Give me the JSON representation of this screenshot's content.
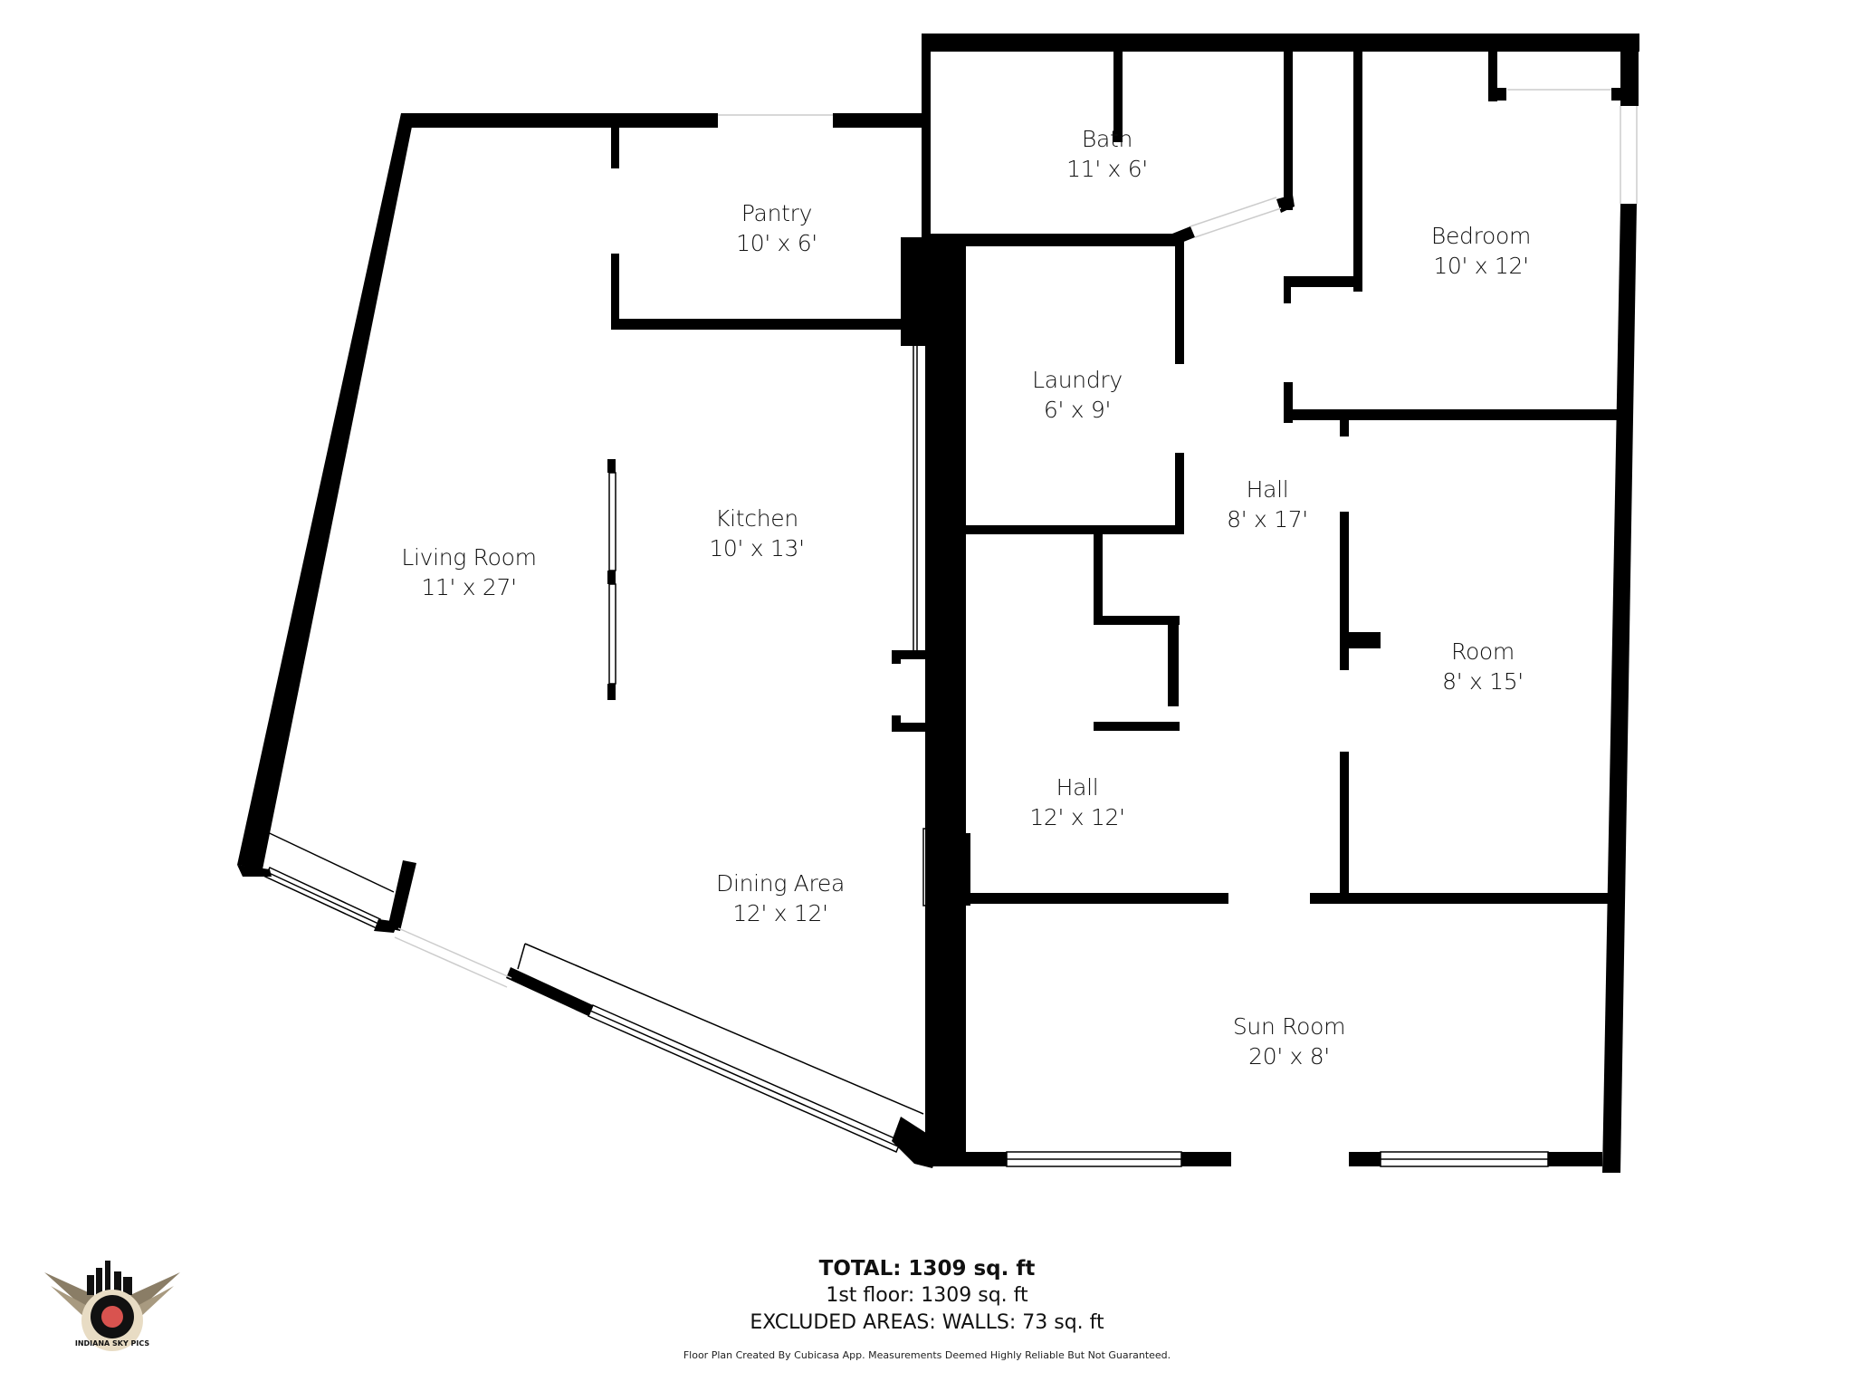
{
  "plan": {
    "rooms": [
      {
        "name": "Living Room",
        "dims": "11' x 27'"
      },
      {
        "name": "Kitchen",
        "dims": "10' x 13'"
      },
      {
        "name": "Pantry",
        "dims": "10' x 6'"
      },
      {
        "name": "Bath",
        "dims": "11' x 6'"
      },
      {
        "name": "Laundry",
        "dims": "6' x 9'"
      },
      {
        "name": "Bedroom",
        "dims": "10' x 12'"
      },
      {
        "name": "Hall",
        "dims": "8' x 17'"
      },
      {
        "name": "Room",
        "dims": "8' x 15'"
      },
      {
        "name": "Hall",
        "dims": "12' x 12'"
      },
      {
        "name": "Dining Area",
        "dims": "12' x 12'"
      },
      {
        "name": "Sun Room",
        "dims": "20' x 8'"
      }
    ],
    "colors": {
      "wall": "#000000",
      "background": "#ffffff",
      "logo_red": "#d9534f",
      "logo_tan": "#e8dcc4"
    }
  },
  "summary": {
    "total": "TOTAL: 1309 sq. ft",
    "floor": "1st floor: 1309 sq. ft",
    "excluded": "EXCLUDED AREAS: WALLS: 73 sq. ft",
    "disclaimer": "Floor Plan Created By Cubicasa App. Measurements Deemed Highly Reliable But Not Guaranteed."
  },
  "logo": {
    "text": "INDIANA SKY PICS"
  }
}
